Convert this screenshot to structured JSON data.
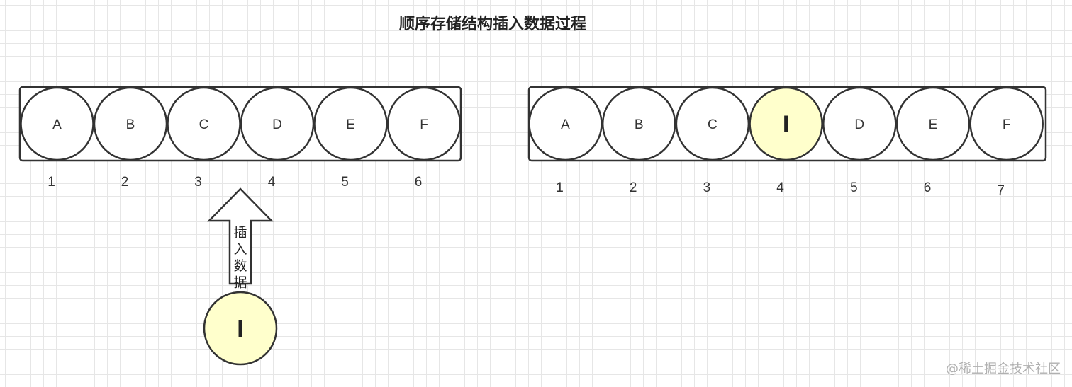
{
  "title": "顺序存储结构插入数据过程",
  "watermark": "@稀土掘金技术社区",
  "colors": {
    "outline": "#333333",
    "cell_fill": "#ffffff",
    "highlight_fill": "#ffffcc"
  },
  "before": {
    "cells": [
      "A",
      "B",
      "C",
      "D",
      "E",
      "F"
    ],
    "indices": [
      "1",
      "2",
      "3",
      "4",
      "5",
      "6"
    ]
  },
  "insert": {
    "element": "I",
    "arrow_chars": [
      "插",
      "入",
      "数",
      "据"
    ]
  },
  "after": {
    "cells": [
      "A",
      "B",
      "C",
      "I",
      "D",
      "E",
      "F"
    ],
    "indices": [
      "1",
      "2",
      "3",
      "4",
      "5",
      "6",
      "7"
    ],
    "highlight_index": 3
  }
}
